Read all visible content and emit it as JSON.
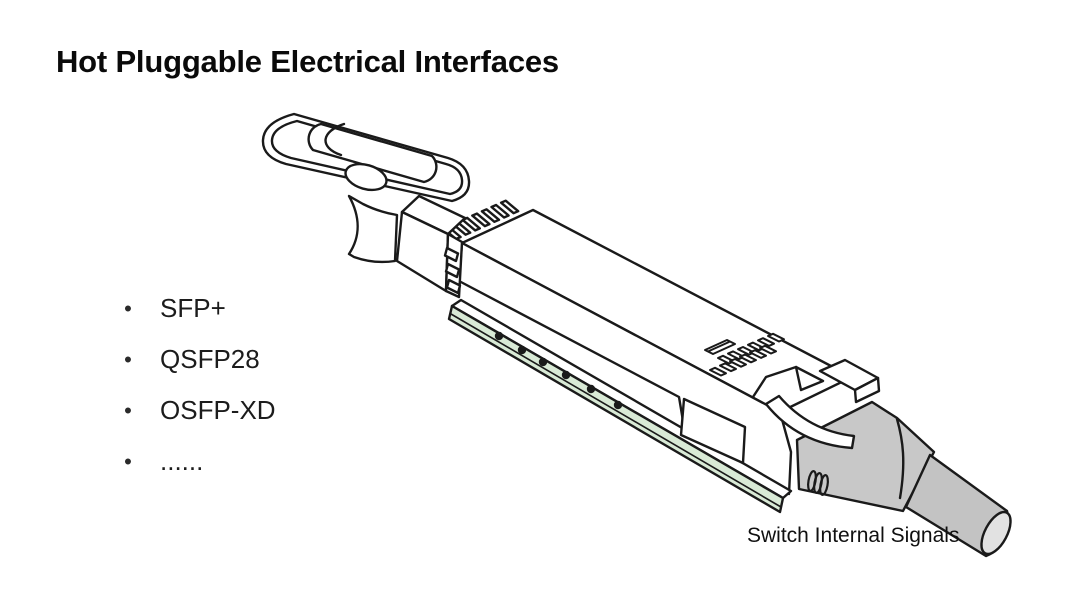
{
  "title": "Hot Pluggable Electrical Interfaces",
  "bullets": [
    {
      "label": "SFP+"
    },
    {
      "label": "QSFP28"
    },
    {
      "label": "OSFP-XD"
    },
    {
      "label": "......"
    }
  ],
  "diagram": {
    "caption": "Switch Internal Signals",
    "parts": [
      {
        "name": "pull-tab"
      },
      {
        "name": "tab-neck"
      },
      {
        "name": "collar"
      },
      {
        "name": "emi-spring-fingers"
      },
      {
        "name": "module-housing"
      },
      {
        "name": "vent-slots"
      },
      {
        "name": "release-latch"
      },
      {
        "name": "pcb-edge-connector"
      },
      {
        "name": "contact-pads"
      },
      {
        "name": "spring-contact"
      },
      {
        "name": "cable-boot"
      },
      {
        "name": "cable"
      }
    ],
    "colors": {
      "line": "#1a1a1a",
      "pcb_green": "#d9ead6",
      "boot_gray": "#c8c8c8",
      "cable_gray": "#c3c3c3",
      "cable_end_gray": "#e2e2e2"
    }
  }
}
